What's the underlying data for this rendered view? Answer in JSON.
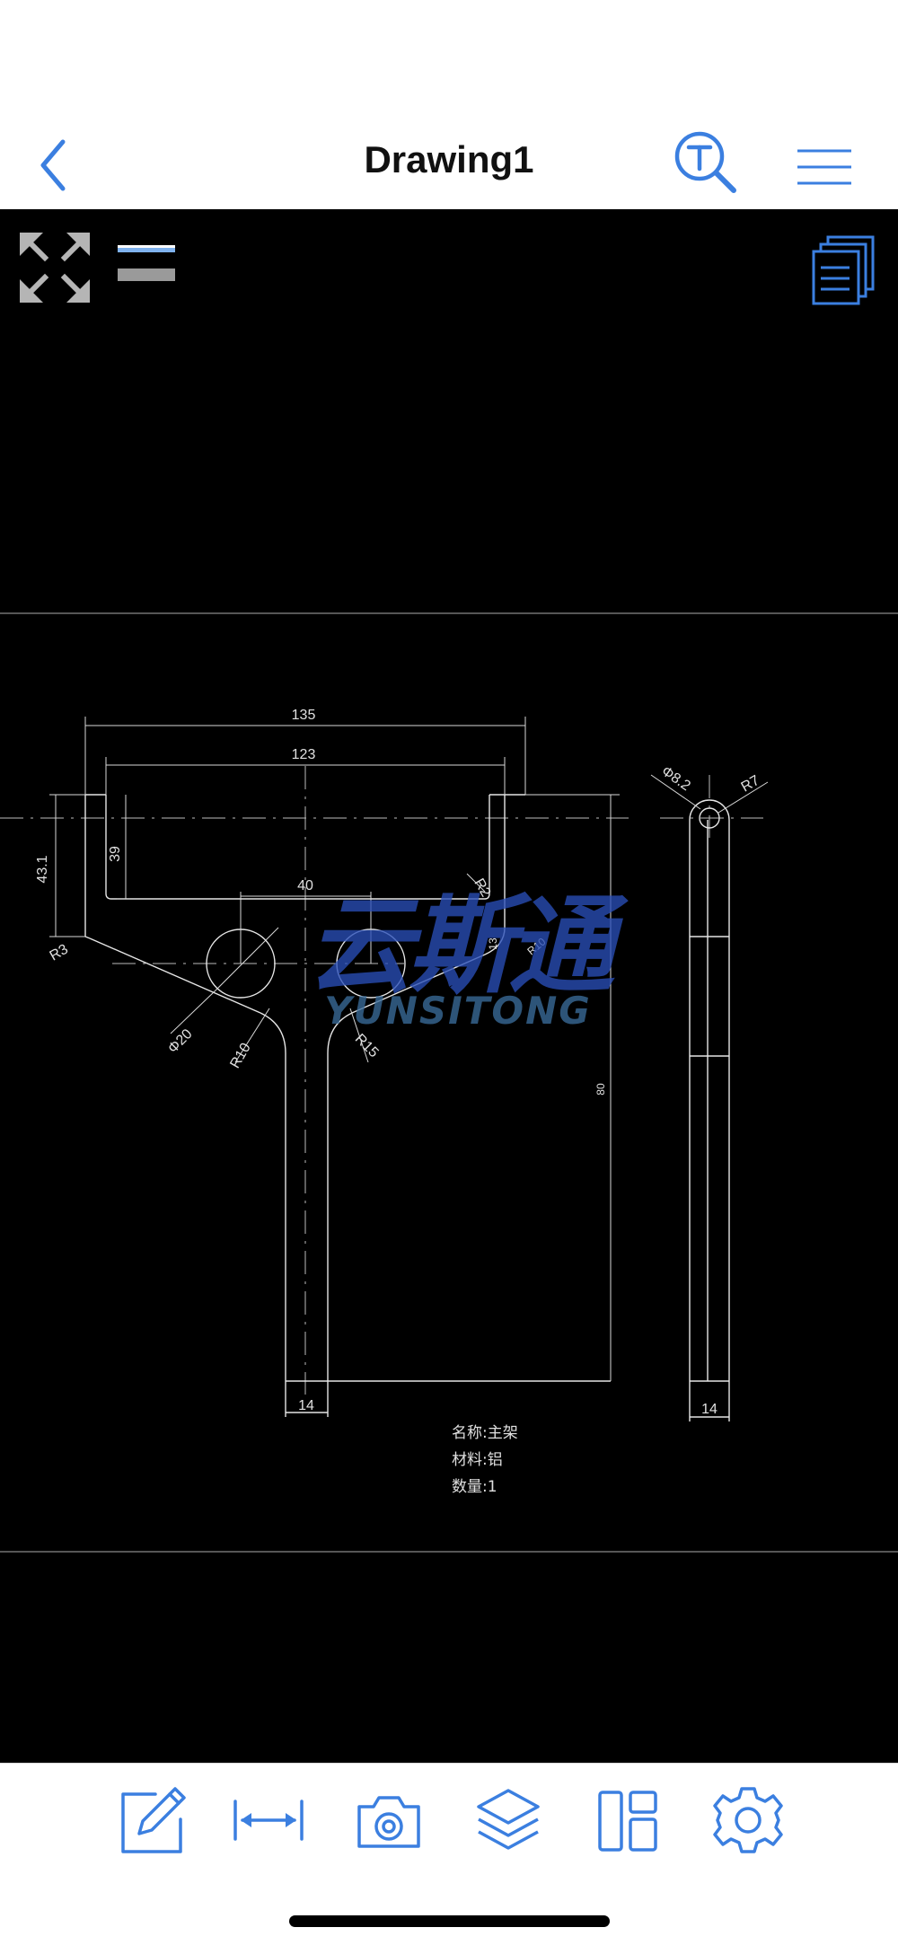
{
  "colors": {
    "accent": "#3b7fe0",
    "canvas_bg": "#000000",
    "drawing_lines": "#d8d8d8",
    "watermark_cn": "#2a4fb8",
    "watermark_en": "#3a6c9a"
  },
  "header": {
    "title": "Drawing1",
    "back_icon": "chevron-left-icon",
    "search_icon": "text-search-icon",
    "menu_icon": "hamburger-menu-icon"
  },
  "canvas_tools": {
    "expand_icon": "expand-arrows-icon",
    "layout_icon": "layout-toggle-icon",
    "pages_icon": "stacked-pages-icon"
  },
  "drawing": {
    "dimensions": {
      "d135": "135",
      "d123": "123",
      "d43_1": "43.1",
      "d39": "39",
      "d40": "40",
      "r3": "R3",
      "r2": "R2",
      "d13": "13",
      "r10_small": "R10",
      "phi20": "Φ20",
      "r10": "R10",
      "r15": "R15",
      "d80": "80",
      "d14_front": "14",
      "d14_side": "14",
      "phi8_2": "Φ8.2",
      "r7": "R7"
    },
    "notes": {
      "name": "名称:主架",
      "material": "材料:铝",
      "quantity": "数量:1"
    }
  },
  "watermark": {
    "cn": "云斯通",
    "en": "YUNSITONG"
  },
  "bottom_toolbar": [
    {
      "icon": "edit-pencil-icon"
    },
    {
      "icon": "measure-distance-icon"
    },
    {
      "icon": "camera-icon"
    },
    {
      "icon": "layers-icon"
    },
    {
      "icon": "layout-panels-icon"
    },
    {
      "icon": "settings-gear-icon"
    }
  ]
}
